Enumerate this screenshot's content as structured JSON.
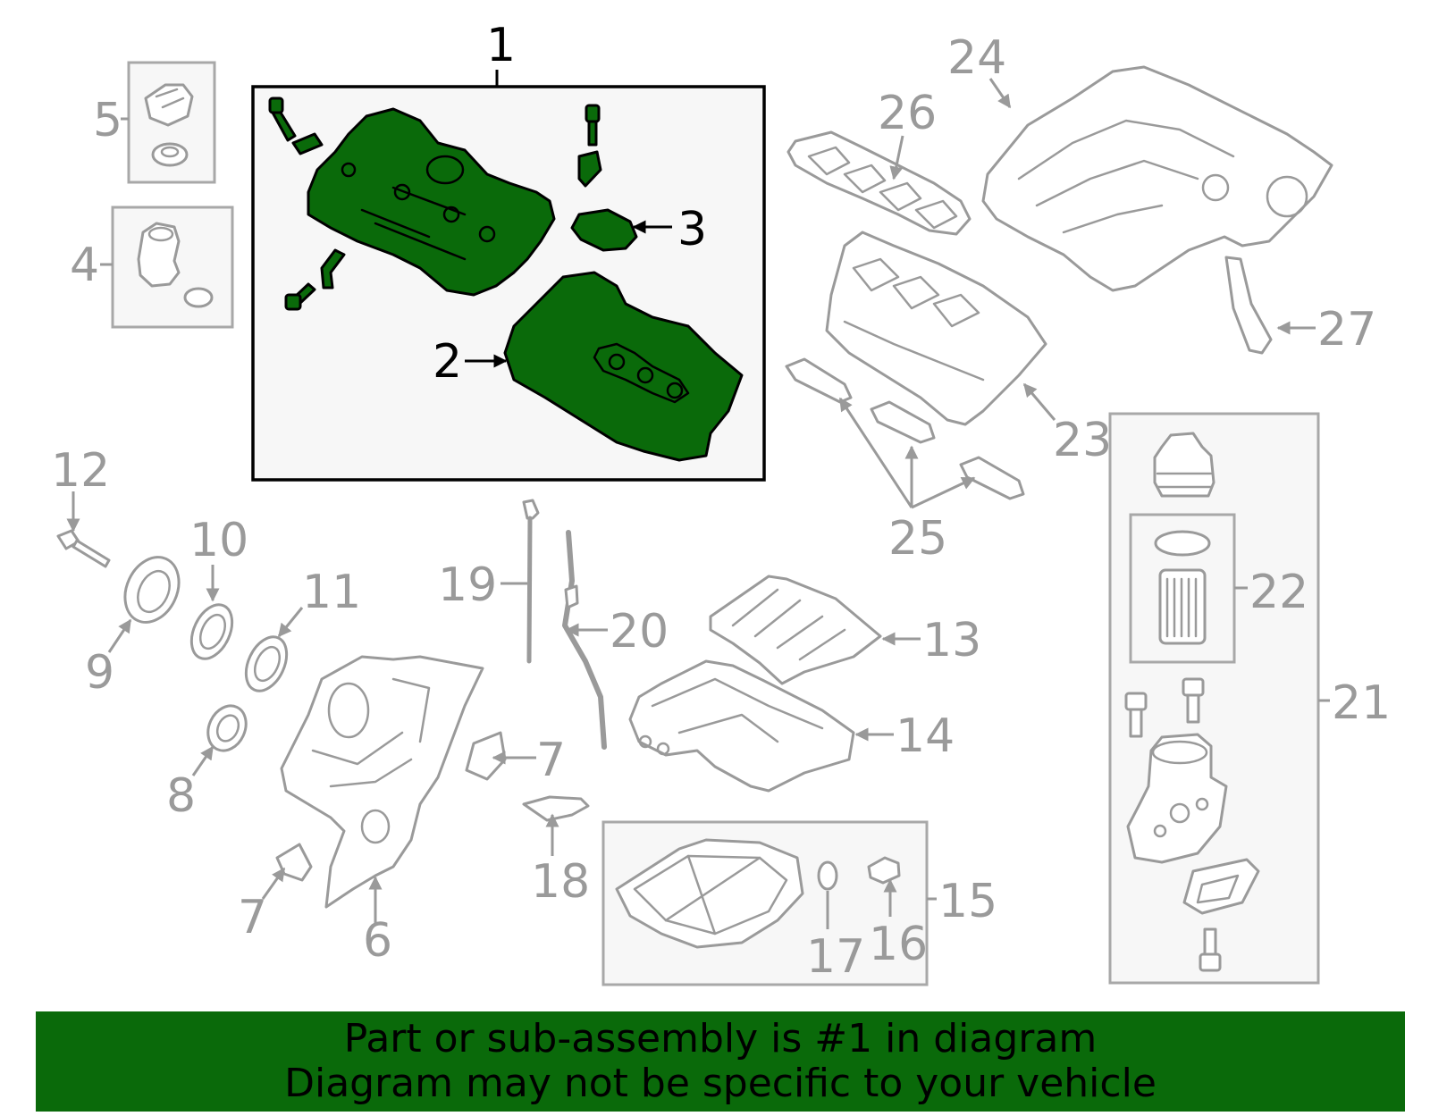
{
  "diagram": {
    "highlight_color": "#0a6a0a",
    "callouts": {
      "c1": "1",
      "c2": "2",
      "c3": "3",
      "c4": "4",
      "c5": "5",
      "c6": "6",
      "c7a": "7",
      "c7b": "7",
      "c8": "8",
      "c9": "9",
      "c10": "10",
      "c11": "11",
      "c12": "12",
      "c13": "13",
      "c14": "14",
      "c15": "15",
      "c16": "16",
      "c17": "17",
      "c18": "18",
      "c19": "19",
      "c20": "20",
      "c21": "21",
      "c22": "22",
      "c23": "23",
      "c24": "24",
      "c25": "25",
      "c26": "26",
      "c27": "27"
    }
  },
  "banner": {
    "line1": "Part or sub-assembly is #1 in diagram",
    "line2": "Diagram may not be specific to your vehicle"
  }
}
